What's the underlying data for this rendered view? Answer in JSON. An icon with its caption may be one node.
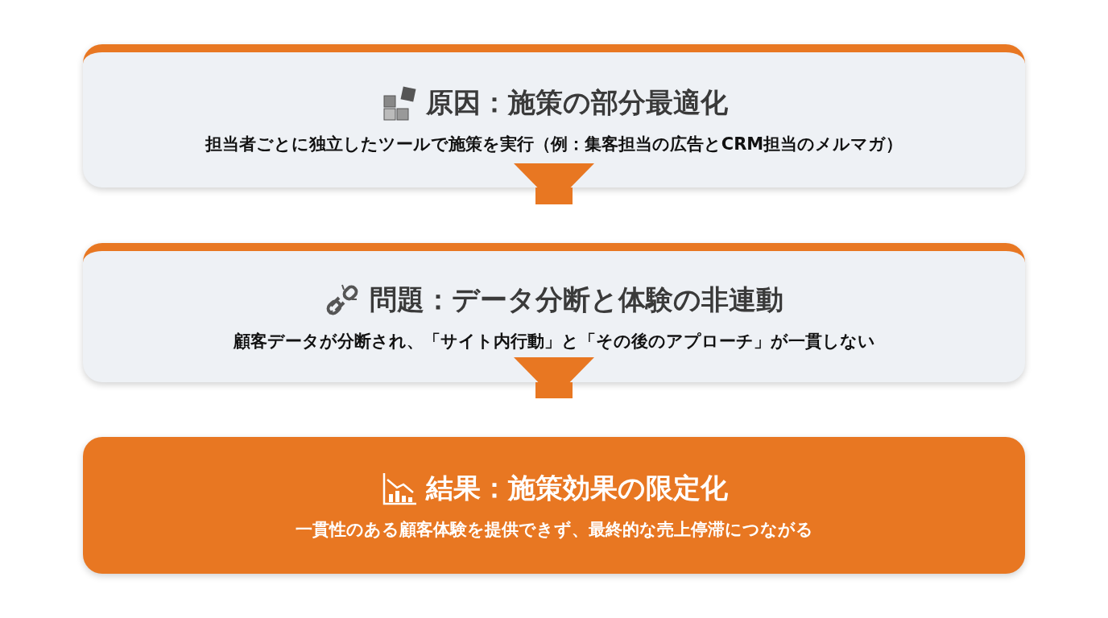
{
  "diagram": {
    "nodes": [
      {
        "text": [
          "原因：施策の部分最適化",
          "担当者ごとに独立したツールで施策を実行（例：集客担当の広告とCRM担当のメルマガ）"
        ]
      },
      {
        "text": [
          "問題：データ分断と体験の非連動",
          "顧客データが分断され、「サイト内行動」と「その後のアプローチ」が一貫しない"
        ]
      },
      {
        "text": [
          "結果：施策効果の限定化",
          "一貫性のある顧客体験を提供できず、最終的な売上停滞につながる"
        ]
      }
    ],
    "edges": [
      {
        "from": 0,
        "to": 1,
        "arrow": "to"
      },
      {
        "from": 1,
        "to": 2,
        "arrow": "to"
      }
    ]
  }
}
